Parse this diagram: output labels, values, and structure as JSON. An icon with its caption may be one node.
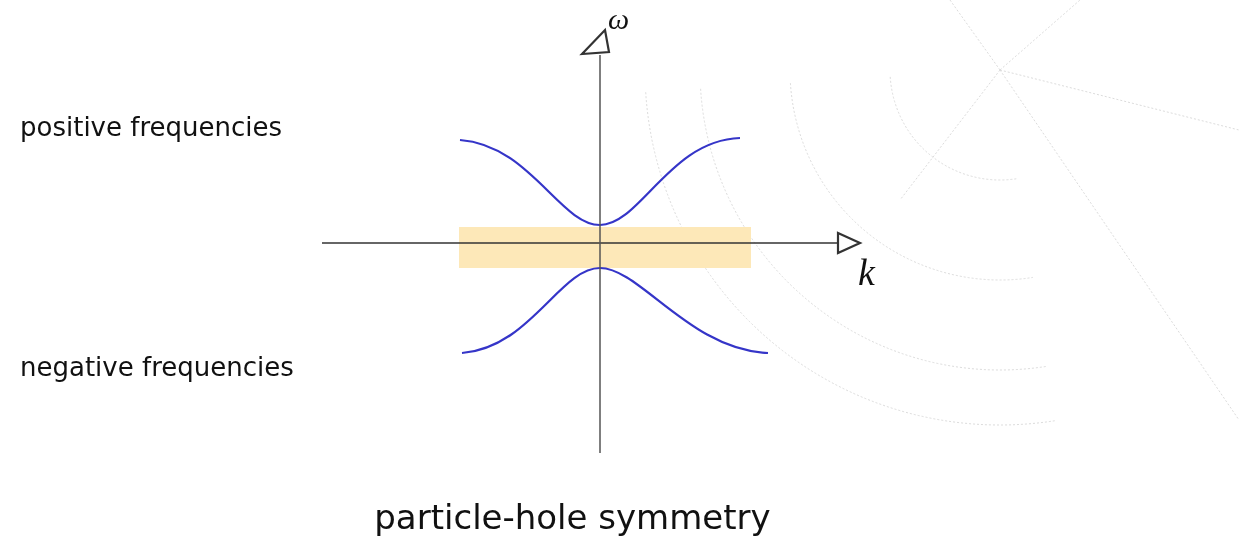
{
  "diagram": {
    "caption": "particle-hole symmetry",
    "labels": [
      "ω",
      "positive frequencies",
      "k",
      "negative frequencies"
    ]
  }
}
